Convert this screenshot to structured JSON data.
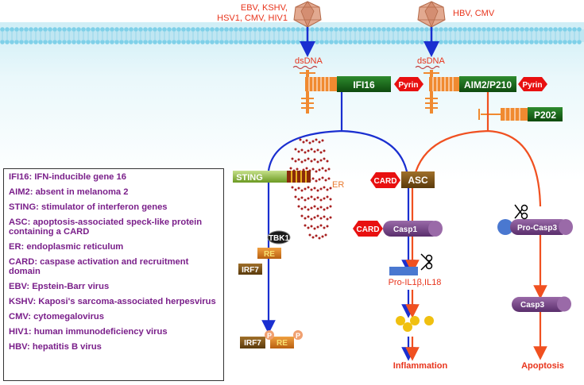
{
  "viruses": {
    "left": [
      "EBV, KSHV,",
      "HSV1, CMV, HIV1"
    ],
    "right": "HBV, CMV"
  },
  "labels": {
    "dsdna": "dsDNA",
    "ifi16": "IFI16",
    "pyrin": "Pyrin",
    "aim2": "AIM2/P210",
    "p202": "P202",
    "sting": "STING",
    "er": "ER",
    "card": "CARD",
    "asc": "ASC",
    "casp1": "Casp1",
    "pro_casp3": "Pro-Casp3",
    "tbk1": "TBK1",
    "re": "RE",
    "irf7": "IRF7",
    "p": "P",
    "pro_il": "Pro-IL1β,IL18",
    "casp3": "Casp3",
    "inflammation": "Inflammation",
    "apoptosis": "Apoptosis"
  },
  "legend": [
    "IFI16: IFN-inducible gene 16",
    "AIM2: absent in melanoma 2",
    "STING: stimulator of interferon genes",
    "ASC: apoptosis-associated speck-like protein containing a CARD",
    "ER: endoplasmic reticulum",
    "CARD: caspase activation and recruitment domain",
    "EBV: Epstein-Barr virus",
    "KSHV: Kaposi's sarcoma-associated herpesvirus",
    "CMV: cytomegalovirus",
    "HIV1: human immunodeficiency virus",
    "HBV: hepatitis B virus"
  ],
  "colors": {
    "membrane": "#7fd0e8",
    "blue_path": "#1a2fd0",
    "red_path": "#f05020",
    "label_red": "#e8341c",
    "legend_text": "#7a1f8a",
    "green_box": "#1e6e1e"
  }
}
